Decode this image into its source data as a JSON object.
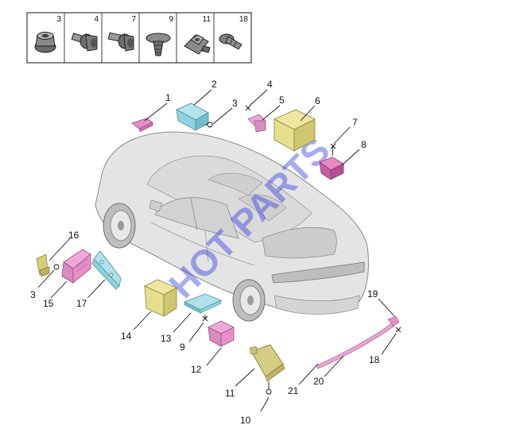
{
  "fastener_table": {
    "cells": [
      {
        "number": "3",
        "icon": "flange-nut-icon"
      },
      {
        "number": "4",
        "icon": "flange-bolt-icon"
      },
      {
        "number": "7",
        "icon": "flange-bolt-icon"
      },
      {
        "number": "9",
        "icon": "screw-icon"
      },
      {
        "number": "11",
        "icon": "clip-nut-icon"
      },
      {
        "number": "18",
        "icon": "screw-icon"
      }
    ]
  },
  "callouts": {
    "c1": "1",
    "c2": "2",
    "c3a": "3",
    "c4": "4",
    "c5": "5",
    "c6": "6",
    "c7": "7",
    "c8": "8",
    "c16": "16",
    "c3b": "3",
    "c15": "15",
    "c17": "17",
    "c14": "14",
    "c13": "13",
    "c9": "9",
    "c12": "12",
    "c11": "11",
    "c10": "10",
    "c19": "19",
    "c18": "18",
    "c20": "20",
    "c21": "21"
  },
  "watermark": "HOT PARTS",
  "colors": {
    "module_pink": "#e88fc8",
    "module_cyan": "#8fd3de",
    "module_yellow": "#e6de8c",
    "module_olive": "#c9c07a",
    "car_body": "#e3e3e3"
  }
}
